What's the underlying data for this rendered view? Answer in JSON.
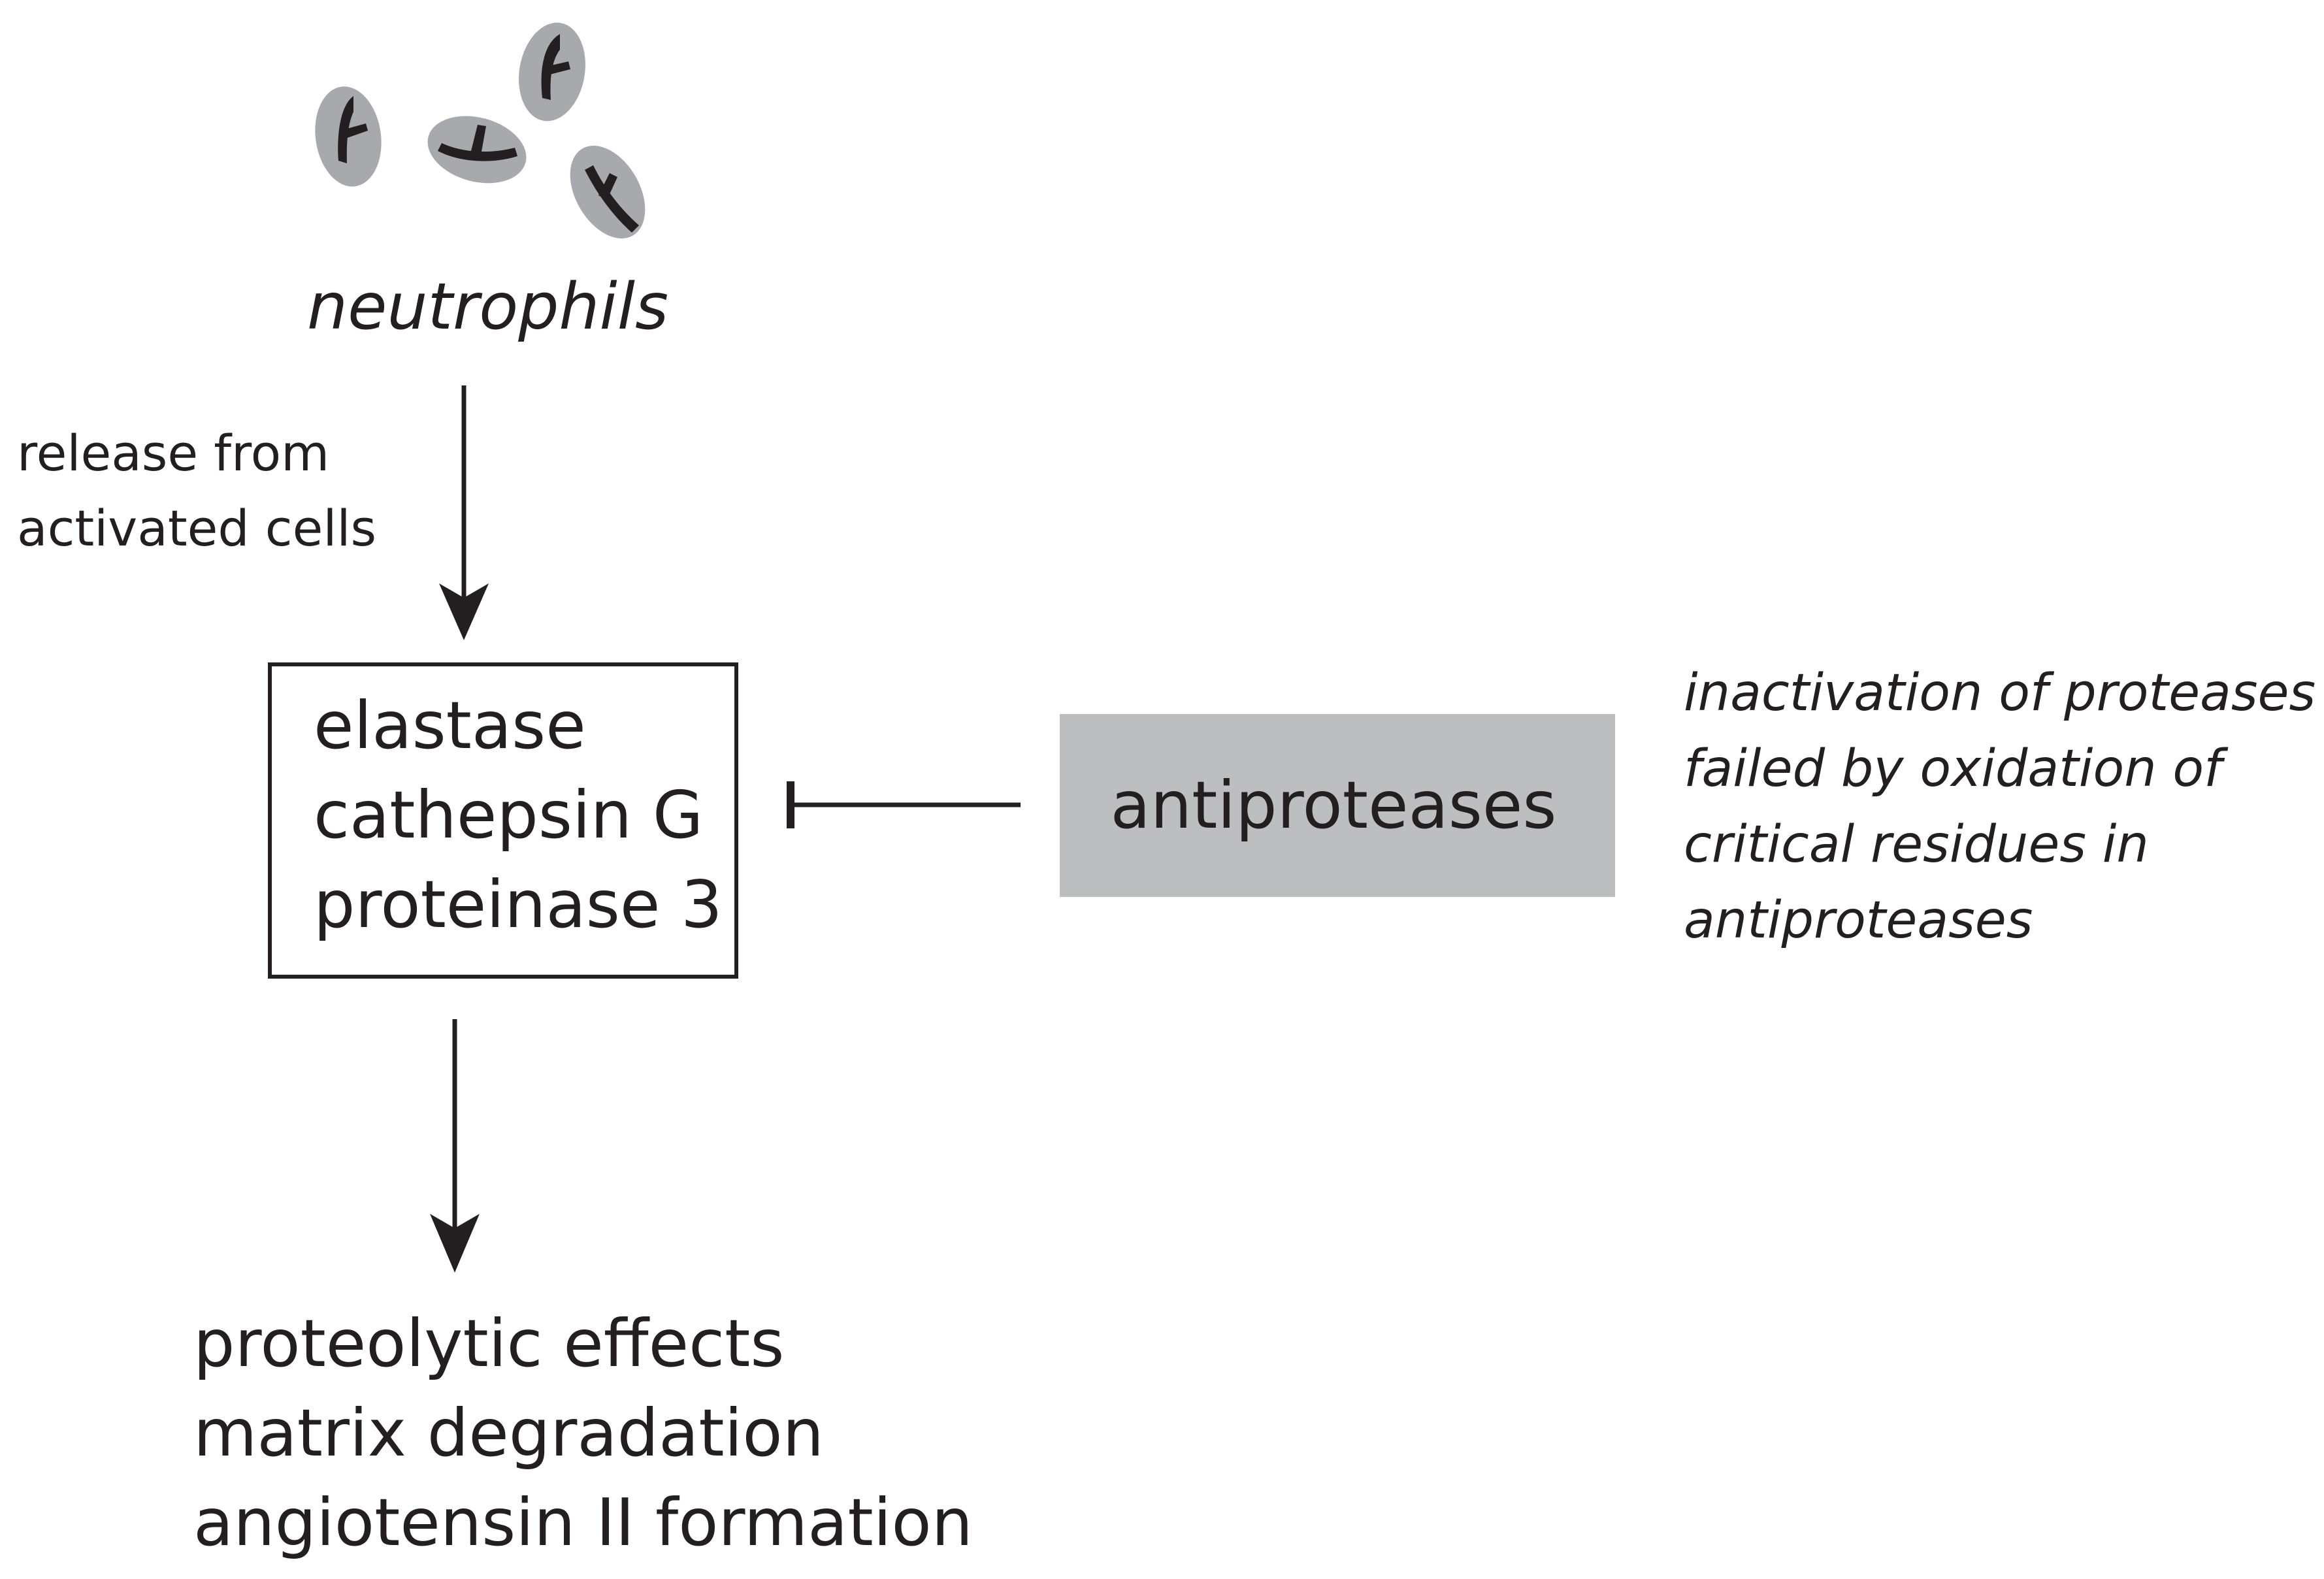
{
  "diagram": {
    "source_node": {
      "label": "neutrophils"
    },
    "edge_release": {
      "label_lines": [
        "release from",
        "activated cells"
      ],
      "type": "arrow"
    },
    "protease_node": {
      "lines": [
        "elastase",
        "cathepsin G",
        "proteinase 3"
      ],
      "style": "outlined-box"
    },
    "inhibitor_node": {
      "label": "antiproteases",
      "fill_color": "#bcbec0"
    },
    "edge_inhibition": {
      "type": "inhibition"
    },
    "note": {
      "lines": [
        "inactivation of proteases",
        "failed by oxidation of",
        "critical residues in",
        "antiproteases"
      ]
    },
    "edge_effects": {
      "type": "arrow"
    },
    "effects_node": {
      "lines": [
        "proteolytic effects",
        "matrix degradation",
        "angiotensin II formation"
      ]
    },
    "colors": {
      "ink": "#231f20",
      "cell_body": "#a7a9ac",
      "cell_nucleus": "#231f20",
      "inhibitor_fill": "#bcbec0"
    }
  }
}
